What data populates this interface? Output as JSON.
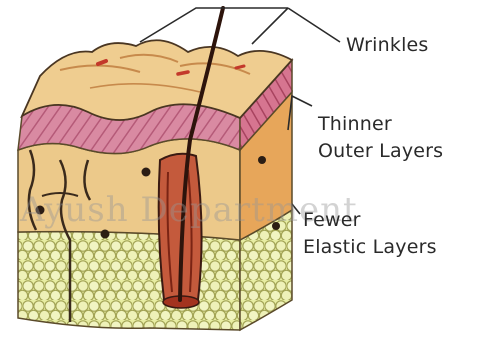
{
  "labels": {
    "wrinkles": "Wrinkles",
    "thinner_line1": "Thinner",
    "thinner_line2": "Outer Layers",
    "fewer_line1": "Fewer",
    "fewer_line2": "Elastic Layers"
  },
  "watermark": "Ayush Department",
  "colors": {
    "surface": "#ecc98a",
    "epidermis_pink": "#d77f9a",
    "dermis_tan": "#eac383",
    "dermis_orange": "#e6a153",
    "hypodermis_yellow": "#e6ec9e",
    "outline": "#3a2a1c",
    "hair": "#3a1a12",
    "follicle": "#b9492f",
    "elastic_band": "#c24a6a"
  }
}
